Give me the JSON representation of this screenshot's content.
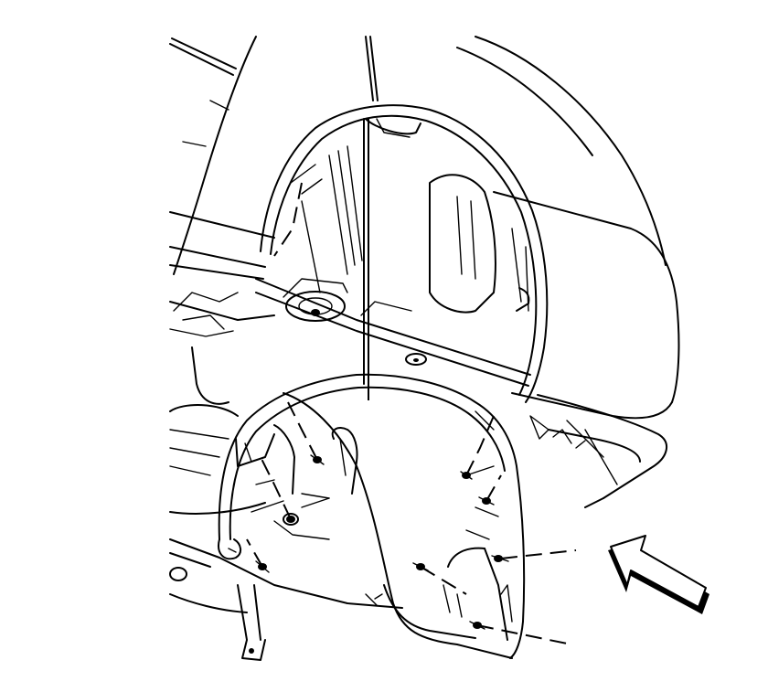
{
  "figure": {
    "colors": {
      "line": "#000000",
      "background": "#ffffff"
    },
    "parts": [
      "quarter-panel",
      "wheelhouse-opening",
      "rear-bumper-fascia",
      "wheelhouse-liner",
      "liner-fasteners",
      "view-arrow"
    ]
  }
}
